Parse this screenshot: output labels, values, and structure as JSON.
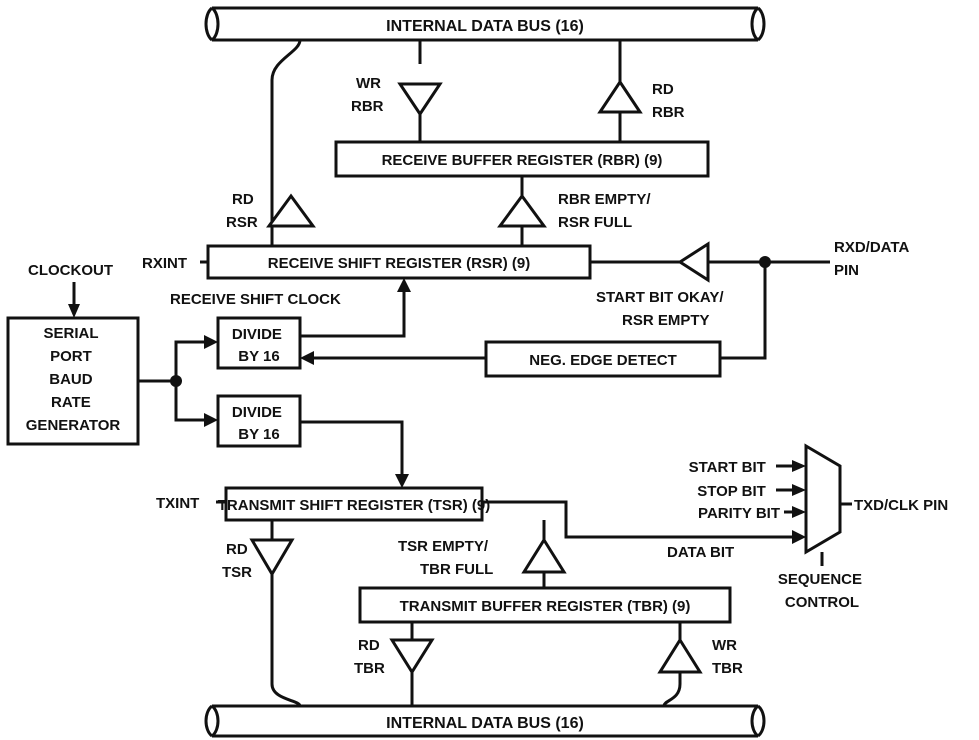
{
  "bus_top": {
    "label": "INTERNAL DATA BUS (16)"
  },
  "bus_bottom": {
    "label": "INTERNAL DATA BUS (16)"
  },
  "blocks": {
    "rbr": "RECEIVE BUFFER REGISTER (RBR) (9)",
    "rsr": "RECEIVE SHIFT REGISTER (RSR) (9)",
    "tsr": "TRANSMIT SHIFT REGISTER (TSR) (9)",
    "tbr": "TRANSMIT BUFFER REGISTER (TBR) (9)",
    "neg_edge": "NEG. EDGE DETECT",
    "divide_rx": [
      "DIVIDE",
      "BY 16"
    ],
    "divide_tx": [
      "DIVIDE",
      "BY 16"
    ],
    "baud": [
      "SERIAL",
      "PORT",
      "BAUD",
      "RATE",
      "GENERATOR"
    ]
  },
  "buffers": {
    "wr_rbr": [
      "WR",
      "RBR"
    ],
    "rd_rbr": [
      "RD",
      "RBR"
    ],
    "rd_rsr": [
      "RD",
      "RSR"
    ],
    "rbr_empty": [
      "RBR EMPTY/",
      "RSR FULL"
    ],
    "start_bit_okay": [
      "START BIT OKAY/",
      "RSR EMPTY"
    ],
    "rd_tsr": [
      "RD",
      "TSR"
    ],
    "tsr_empty": [
      "TSR EMPTY/",
      "TBR FULL"
    ],
    "rd_tbr": [
      "RD",
      "TBR"
    ],
    "wr_tbr": [
      "WR",
      "TBR"
    ]
  },
  "signals": {
    "clockout": "CLOCKOUT",
    "rxint": "RXINT",
    "txint": "TXINT",
    "receive_shift_clock": "RECEIVE SHIFT CLOCK",
    "rxd_pin": [
      "RXD/DATA",
      "PIN"
    ],
    "txd_pin": "TXD/CLK PIN",
    "data_bit": "DATA BIT",
    "mux_inputs": [
      "START BIT",
      "STOP BIT",
      "PARITY BIT"
    ],
    "sequence_control": [
      "SEQUENCE",
      "CONTROL"
    ]
  }
}
